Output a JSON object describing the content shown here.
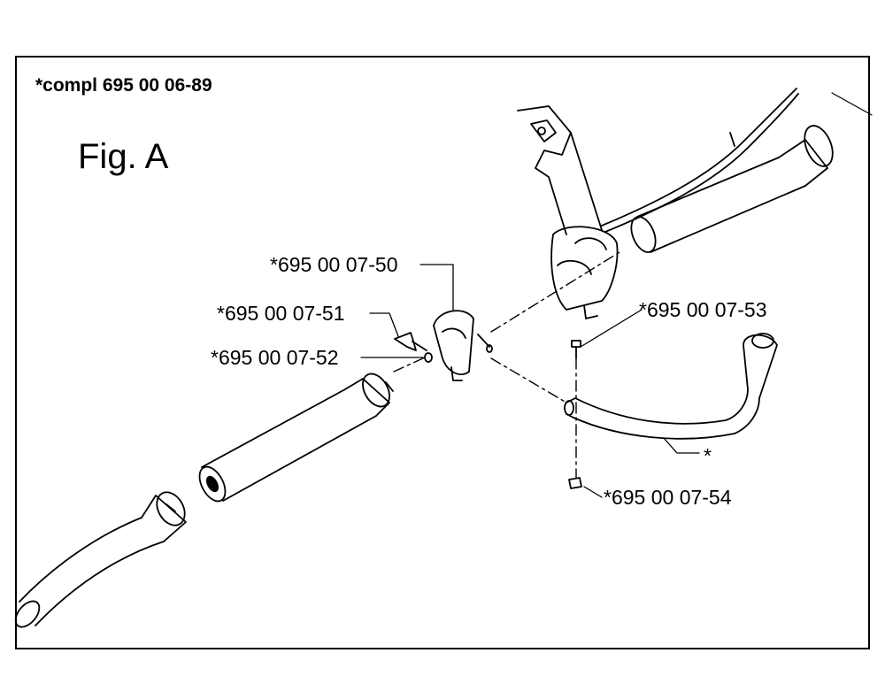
{
  "header": {
    "note": "*compl 695 00 06-89",
    "figure": "Fig. A"
  },
  "callouts": {
    "p50": "*695 00 07-50",
    "p51": "*695 00 07-51",
    "p52": "*695 00 07-52",
    "p53": "*695 00 07-53",
    "p54": "*695 00 07-54",
    "star": "*"
  },
  "parts": [
    {
      "name": "curved-end-tube",
      "kind": "tube"
    },
    {
      "name": "middle-tube",
      "kind": "tube"
    },
    {
      "name": "upper-tube",
      "kind": "tube"
    },
    {
      "name": "clamp-bracket",
      "kind": "clamp",
      "callout": "p50"
    },
    {
      "name": "wing-screw",
      "kind": "screw",
      "callout": "p51"
    },
    {
      "name": "washer",
      "kind": "washer",
      "callout": "p52"
    },
    {
      "name": "handle-screw",
      "kind": "screw",
      "callout": "p53"
    },
    {
      "name": "handle-nut",
      "kind": "nut",
      "callout": "p54"
    },
    {
      "name": "side-handle",
      "kind": "handle",
      "callout": "star"
    },
    {
      "name": "throttle-handle",
      "kind": "handle"
    },
    {
      "name": "flex-hose-tube",
      "kind": "tube"
    }
  ]
}
